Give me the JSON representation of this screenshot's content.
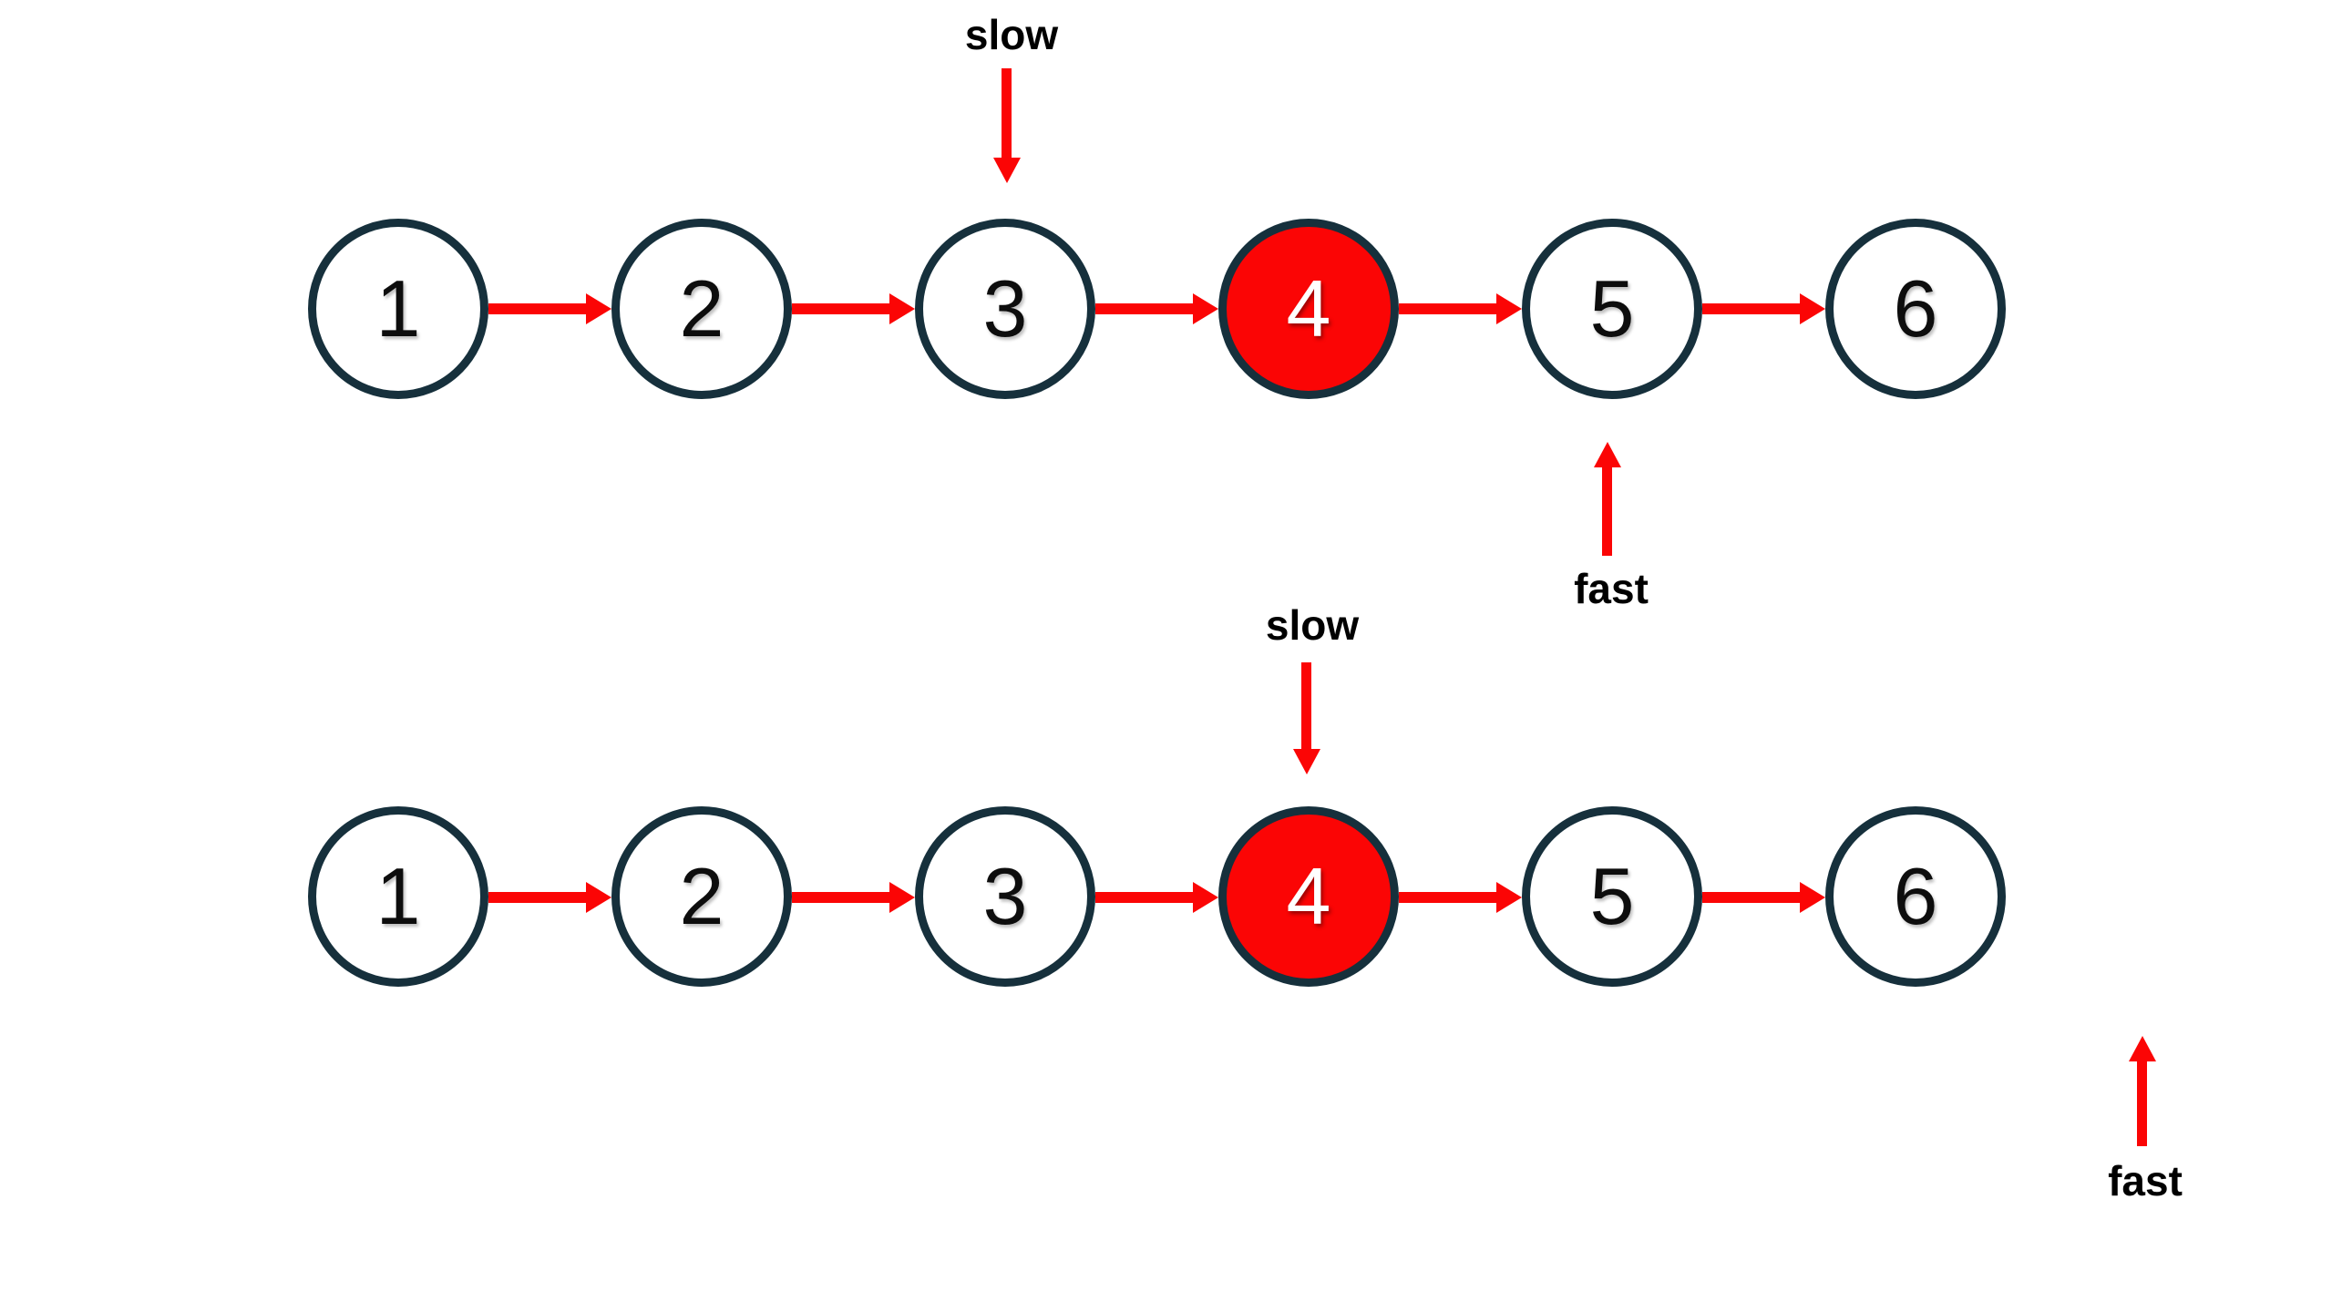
{
  "colors": {
    "node_border": "#16303C",
    "node_fill": "#FFFFFF",
    "highlight_fill": "#FB0505",
    "arrow": "#FB0505",
    "node_text": "#0D0D0D",
    "highlight_node_text": "#FFFFFF",
    "label_text": "#000000"
  },
  "step1": {
    "nodes": [
      {
        "label": "1",
        "state": "normal"
      },
      {
        "label": "2",
        "state": "normal"
      },
      {
        "label": "3",
        "state": "normal"
      },
      {
        "label": "4",
        "state": "highlighted"
      },
      {
        "label": "5",
        "state": "normal"
      },
      {
        "label": "6",
        "state": "normal"
      }
    ],
    "pointers": [
      {
        "label": "slow",
        "direction": "down"
      },
      {
        "label": "fast",
        "direction": "up"
      }
    ]
  },
  "step2": {
    "nodes": [
      {
        "label": "1",
        "state": "normal"
      },
      {
        "label": "2",
        "state": "normal"
      },
      {
        "label": "3",
        "state": "normal"
      },
      {
        "label": "4",
        "state": "highlighted"
      },
      {
        "label": "5",
        "state": "normal"
      },
      {
        "label": "6",
        "state": "normal"
      }
    ],
    "pointers": [
      {
        "label": "slow",
        "direction": "down"
      },
      {
        "label": "fast",
        "direction": "up"
      }
    ]
  }
}
